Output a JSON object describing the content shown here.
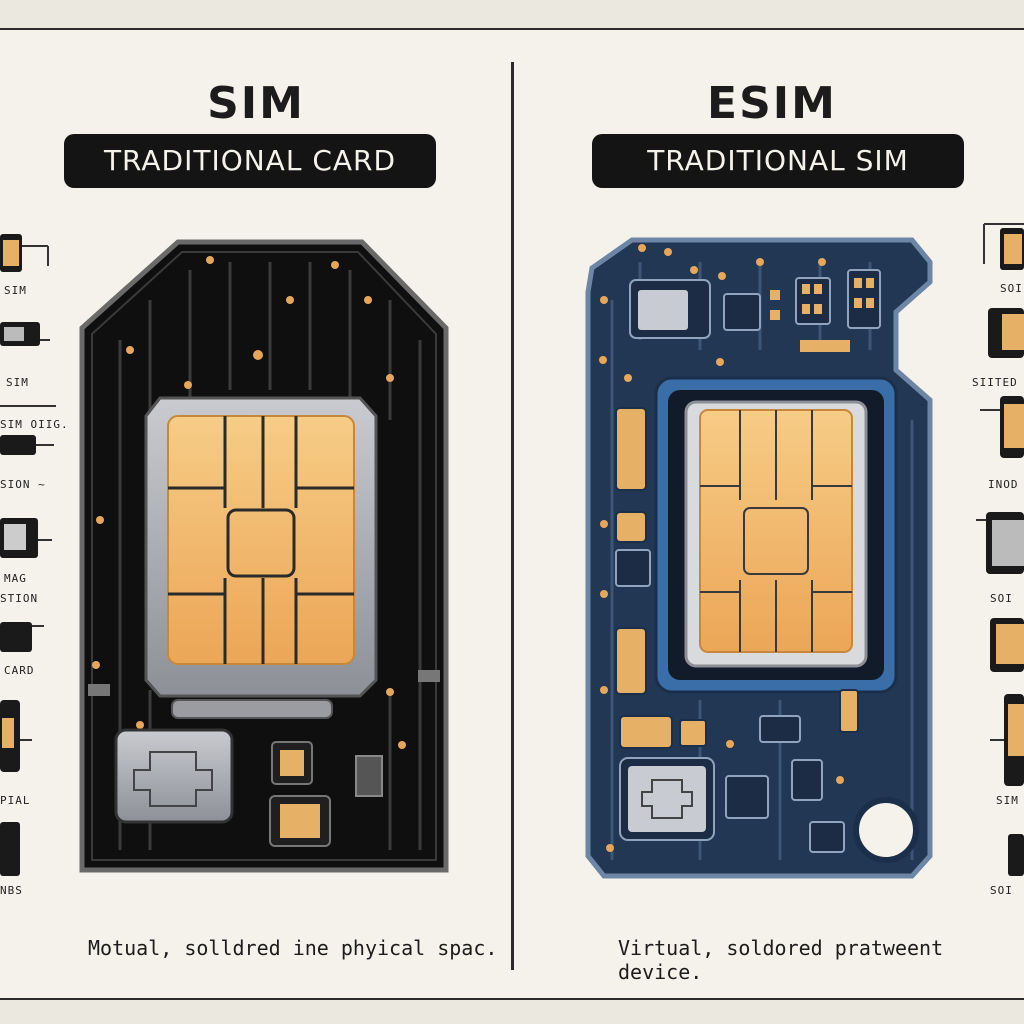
{
  "left_panel": {
    "title": "SIM",
    "badge": "TRADITIONAL  CARD",
    "caption": "Motual, solldred ine phyical spac.",
    "side_labels": [
      "SIM",
      "SIM",
      "SIM OIIG.",
      "SION ~",
      "MAG",
      "STION",
      "CARD",
      "PIAL",
      "NBS"
    ]
  },
  "right_panel": {
    "title": "ESIM",
    "badge": "TRADITIONAL SIM",
    "caption": "Virtual, soldored pratweent device.",
    "side_labels": [
      "SOI",
      "SIITED",
      "INOD",
      "SOI",
      "SIM",
      "SOI"
    ]
  },
  "colors": {
    "chip_gold": "#f2b866",
    "left_card": "#141414",
    "right_card": "#243a5a",
    "background": "#f4f2ea"
  }
}
